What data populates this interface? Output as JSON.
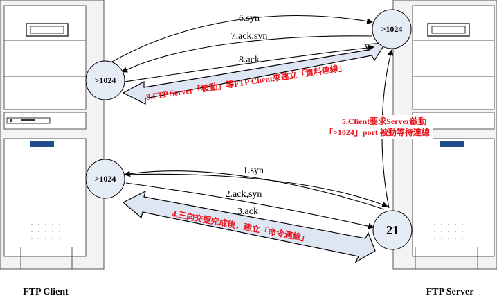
{
  "client": {
    "caption": "FTP Client",
    "port_top": ">1024",
    "port_bottom": ">1024"
  },
  "server": {
    "caption": "FTP Server",
    "port_data": ">1024",
    "port_cmd": "21"
  },
  "edges": {
    "syn1": "1.syn",
    "ack_syn2": "2.ack,syn",
    "ack3": "3.ack",
    "syn6": "6.syn",
    "ack_syn7": "7.ack,syn",
    "ack8": "8.ack"
  },
  "notes": {
    "step4": "4.三向交握完成後，建立「命令連線」",
    "step5_line1": "5.Client要求Server啟動",
    "step5_line2": "「>1024」port 被動等待連線",
    "step9": "9.FTP Server「被動」等FTP Client來建立「資料連線」"
  },
  "colors": {
    "node_fill": "#e6ecf6",
    "arrow_fill": "#dfe6f3",
    "accent_red": "#e8141c",
    "floppy_blue": "#1f4e89",
    "tower_fill": "#f3f3f3"
  }
}
